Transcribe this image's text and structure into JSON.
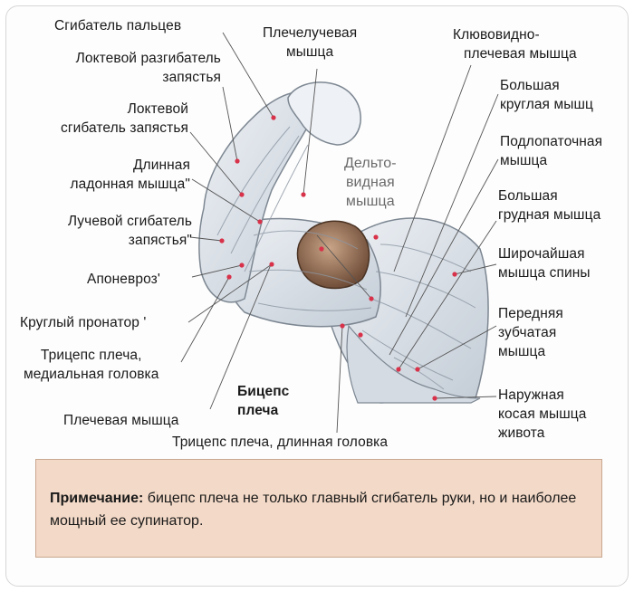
{
  "labels": {
    "finger_flexor": "Сгибатель пальцев",
    "brachioradialis": [
      "Плечелучевая",
      "мышца"
    ],
    "coracobrachialis": [
      "Клювовидно-",
      "плечевая мышца"
    ],
    "ulnar_extensor": [
      "Локтевой разгибатель",
      "запястья"
    ],
    "ulnar_flexor": [
      "Локтевой",
      "сгибатель запястья"
    ],
    "teres_major": [
      "Большая",
      "круглая мышц"
    ],
    "subscapularis": [
      "Подлопаточная",
      "мышца"
    ],
    "deltoid": [
      "Дельто-",
      "видная",
      "мышца"
    ],
    "palmaris_longus": [
      "Длинная",
      "ладонная мышца\""
    ],
    "pectoralis_major": [
      "Большая",
      "грудная мышца"
    ],
    "radial_flexor": [
      "Лучевой сгибатель",
      "запястья\""
    ],
    "latissimus": [
      "Широчайшая",
      "мышца спины"
    ],
    "aponeurosis": "Апоневроз'",
    "pronator_teres": "Круглый пронатор '",
    "serratus_anterior": [
      "Передняя",
      "зубчатая",
      "мышца"
    ],
    "triceps_medial": [
      "Трицепс плеча,",
      "медиальная головка"
    ],
    "biceps": [
      "Бицепс",
      "плеча"
    ],
    "external_oblique": [
      "Наружная",
      "косая мышца",
      "живота"
    ],
    "brachialis": "Плечевая мышца",
    "triceps_long": "Трицепс плеча, длинная головка"
  },
  "note": {
    "prefix": "Примечание:",
    "text": " бицепс плеча не только главный сгибатель руки, но и наиболее мощный ее супинатор."
  },
  "colors": {
    "marker": "#d8324a",
    "muscle_fill": "#dde3ea",
    "biceps_fill": "#a07b62",
    "note_bg": "#f3d9c7"
  }
}
